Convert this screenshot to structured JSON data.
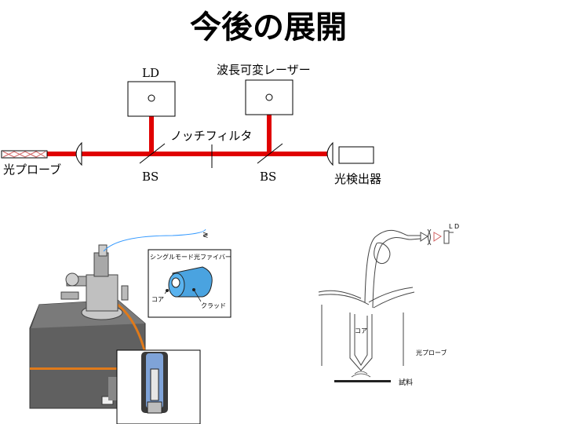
{
  "title": "今後の展開",
  "optics": {
    "ld_label": "LD",
    "tunable_laser_label": "波長可変レーザー",
    "notch_filter_label": "ノッチフィルタ",
    "bs_left_label": "BS",
    "bs_right_label": "BS",
    "optical_probe_label": "光プローブ",
    "photodetector_label": "光検出器",
    "beam_color": "#e00000"
  },
  "instrument": {
    "fiber_label": "シングルモード光ファイバー",
    "core_label": "コア",
    "clad_label": "クラッド",
    "fiber_color": "#3399ff",
    "body_color": "#606060"
  },
  "probe_sketch": {
    "ld_label": "L D",
    "core_label": "コア",
    "optical_probe_label": "光プローブ",
    "sample_label": "試料"
  }
}
